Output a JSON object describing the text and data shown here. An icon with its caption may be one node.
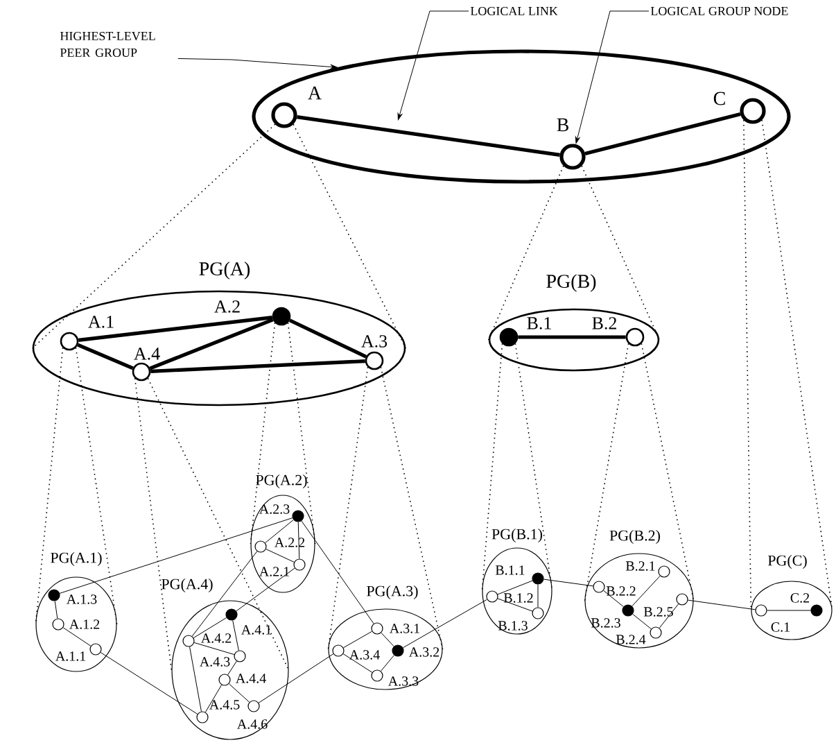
{
  "diagram": {
    "nodes": [
      {
        "text": [
          "LOGICAL LINK"
        ]
      },
      {
        "text": [
          "LOGICAL GROUP NODE"
        ]
      },
      {
        "text": [
          "HIGHEST-LEVEL PEER GROUP"
        ]
      },
      {
        "text": [],
        "shape": "ellipse"
      },
      {
        "text": [
          "A"
        ],
        "in": 3
      },
      {
        "text": [
          "B"
        ],
        "in": 3
      },
      {
        "text": [
          "C"
        ],
        "in": 3
      },
      {
        "text": [
          "PG(A)"
        ]
      },
      {
        "text": [
          "A.1"
        ],
        "in": 7
      },
      {
        "text": [
          "A.2"
        ],
        "in": 7
      },
      {
        "text": [
          "A.3"
        ],
        "in": 7
      },
      {
        "text": [
          "A.4"
        ],
        "in": 7
      },
      {
        "text": [
          "PG(B)"
        ]
      },
      {
        "text": [
          "B.1"
        ],
        "in": 12
      },
      {
        "text": [
          "B.2"
        ],
        "in": 12
      },
      {
        "text": [
          "PG(A.1)"
        ]
      },
      {
        "text": [
          "A.1.1"
        ],
        "in": 15
      },
      {
        "text": [
          "A.1.2"
        ],
        "in": 15
      },
      {
        "text": [
          "A.1.3"
        ],
        "in": 15
      },
      {
        "text": [
          "PG(A.2)"
        ]
      },
      {
        "text": [
          "A.2.1"
        ],
        "in": 19
      },
      {
        "text": [
          "A.2.2"
        ],
        "in": 19
      },
      {
        "text": [
          "A.2.3"
        ],
        "in": 19
      },
      {
        "text": [
          "PG(A.4)"
        ]
      },
      {
        "text": [
          "A.4.1"
        ],
        "in": 23
      },
      {
        "text": [
          "A.4.2"
        ],
        "in": 23
      },
      {
        "text": [
          "A.4.3"
        ],
        "in": 23
      },
      {
        "text": [
          "A.4.4"
        ],
        "in": 23
      },
      {
        "text": [
          "A.4.5"
        ],
        "in": 23
      },
      {
        "text": [
          "A.4.6"
        ],
        "in": 23
      },
      {
        "text": [
          "PG(A.3)"
        ]
      },
      {
        "text": [
          "A.3.1"
        ],
        "in": 30
      },
      {
        "text": [
          "A.3.2"
        ],
        "in": 30
      },
      {
        "text": [
          "A.3.3"
        ],
        "in": 30
      },
      {
        "text": [
          "A.3.4"
        ],
        "in": 30
      },
      {
        "text": [
          "PG(B.1)"
        ]
      },
      {
        "text": [
          "B.1.1"
        ],
        "in": 35
      },
      {
        "text": [
          "B.1.2"
        ],
        "in": 35
      },
      {
        "text": [
          "B.1.3"
        ],
        "in": 35
      },
      {
        "text": [
          "PG(B.2)"
        ]
      },
      {
        "text": [
          "B.2.1"
        ],
        "in": 39
      },
      {
        "text": [
          "B.2.2"
        ],
        "in": 39
      },
      {
        "text": [
          "B.2.3"
        ],
        "in": 39
      },
      {
        "text": [
          "B.2.4"
        ],
        "in": 39
      },
      {
        "text": [
          "B.2.5"
        ],
        "in": 39
      },
      {
        "text": [
          "PG(C)"
        ]
      },
      {
        "text": [
          "C.1"
        ],
        "in": 45
      },
      {
        "text": [
          "C.2"
        ],
        "in": 45
      }
    ],
    "edges": [
      {
        "from": 0,
        "to": null,
        "arrow": "to"
      },
      {
        "from": 1,
        "to": 5,
        "arrow": "to"
      },
      {
        "from": 2,
        "to": 3,
        "arrow": "to"
      },
      {
        "from": 4,
        "to": 5,
        "arrow": "none",
        "style": "thick"
      },
      {
        "from": 5,
        "to": 6,
        "arrow": "none",
        "style": "thick"
      },
      {
        "from": 8,
        "to": 9,
        "arrow": "none",
        "style": "thick"
      },
      {
        "from": 8,
        "to": 11,
        "arrow": "none",
        "style": "thick"
      },
      {
        "from": 11,
        "to": 9,
        "arrow": "none",
        "style": "thick"
      },
      {
        "from": 9,
        "to": 10,
        "arrow": "none",
        "style": "thick"
      },
      {
        "from": 11,
        "to": 10,
        "arrow": "none",
        "style": "thick"
      },
      {
        "from": 13,
        "to": 14,
        "arrow": "none",
        "style": "thick"
      },
      {
        "from": 18,
        "to": 17,
        "arrow": "none"
      },
      {
        "from": 17,
        "to": 16,
        "arrow": "none"
      },
      {
        "from": 22,
        "to": 21,
        "arrow": "none"
      },
      {
        "from": 22,
        "to": 20,
        "arrow": "none"
      },
      {
        "from": 21,
        "to": 20,
        "arrow": "none"
      },
      {
        "from": 24,
        "to": 25,
        "arrow": "none"
      },
      {
        "from": 24,
        "to": 26,
        "arrow": "none"
      },
      {
        "from": 25,
        "to": 26,
        "arrow": "none"
      },
      {
        "from": 25,
        "to": 28,
        "arrow": "none"
      },
      {
        "from": 26,
        "to": 27,
        "arrow": "none"
      },
      {
        "from": 27,
        "to": 28,
        "arrow": "none"
      },
      {
        "from": 27,
        "to": 29,
        "arrow": "none"
      },
      {
        "from": 34,
        "to": 31,
        "arrow": "none"
      },
      {
        "from": 34,
        "to": 33,
        "arrow": "none"
      },
      {
        "from": 31,
        "to": 32,
        "arrow": "none"
      },
      {
        "from": 33,
        "to": 32,
        "arrow": "none"
      },
      {
        "from": 36,
        "to": 37,
        "arrow": "none"
      },
      {
        "from": 36,
        "to": 38,
        "arrow": "none"
      },
      {
        "from": 37,
        "to": 38,
        "arrow": "none"
      },
      {
        "from": 41,
        "to": 42,
        "arrow": "none"
      },
      {
        "from": 40,
        "to": 42,
        "arrow": "none"
      },
      {
        "from": 42,
        "to": 43,
        "arrow": "none"
      },
      {
        "from": 43,
        "to": 44,
        "arrow": "none"
      },
      {
        "from": 46,
        "to": 47,
        "arrow": "none"
      },
      {
        "from": 18,
        "to": 22,
        "arrow": "none"
      },
      {
        "from": 21,
        "to": 25,
        "arrow": "none"
      },
      {
        "from": 20,
        "to": 24,
        "arrow": "none"
      },
      {
        "from": 16,
        "to": 28,
        "arrow": "none"
      },
      {
        "from": 29,
        "to": 34,
        "arrow": "none"
      },
      {
        "from": 22,
        "to": 31,
        "arrow": "none"
      },
      {
        "from": 32,
        "to": 37,
        "arrow": "none"
      },
      {
        "from": 36,
        "to": 41,
        "arrow": "none"
      },
      {
        "from": 44,
        "to": 46,
        "arrow": "none"
      },
      {
        "from": 4,
        "to": 7,
        "arrow": "none",
        "style": "dashed"
      },
      {
        "from": 4,
        "to": 7,
        "arrow": "none",
        "style": "dashed"
      },
      {
        "from": 5,
        "to": 12,
        "arrow": "none",
        "style": "dashed"
      },
      {
        "from": 5,
        "to": 12,
        "arrow": "none",
        "style": "dashed"
      },
      {
        "from": 6,
        "to": 45,
        "arrow": "none",
        "style": "dashed"
      },
      {
        "from": 6,
        "to": 45,
        "arrow": "none",
        "style": "dashed"
      },
      {
        "from": 8,
        "to": 15,
        "arrow": "none",
        "style": "dashed"
      },
      {
        "from": 8,
        "to": 15,
        "arrow": "none",
        "style": "dashed"
      },
      {
        "from": 9,
        "to": 19,
        "arrow": "none",
        "style": "dashed"
      },
      {
        "from": 9,
        "to": 19,
        "arrow": "none",
        "style": "dashed"
      },
      {
        "from": 10,
        "to": 30,
        "arrow": "none",
        "style": "dashed"
      },
      {
        "from": 10,
        "to": 30,
        "arrow": "none",
        "style": "dashed"
      },
      {
        "from": 11,
        "to": 23,
        "arrow": "none",
        "style": "dashed"
      },
      {
        "from": 11,
        "to": 23,
        "arrow": "none",
        "style": "dashed"
      },
      {
        "from": 13,
        "to": 35,
        "arrow": "none",
        "style": "dashed"
      },
      {
        "from": 13,
        "to": 35,
        "arrow": "none",
        "style": "dashed"
      },
      {
        "from": 14,
        "to": 39,
        "arrow": "none",
        "style": "dashed"
      },
      {
        "from": 14,
        "to": 39,
        "arrow": "none",
        "style": "dashed"
      }
    ]
  }
}
